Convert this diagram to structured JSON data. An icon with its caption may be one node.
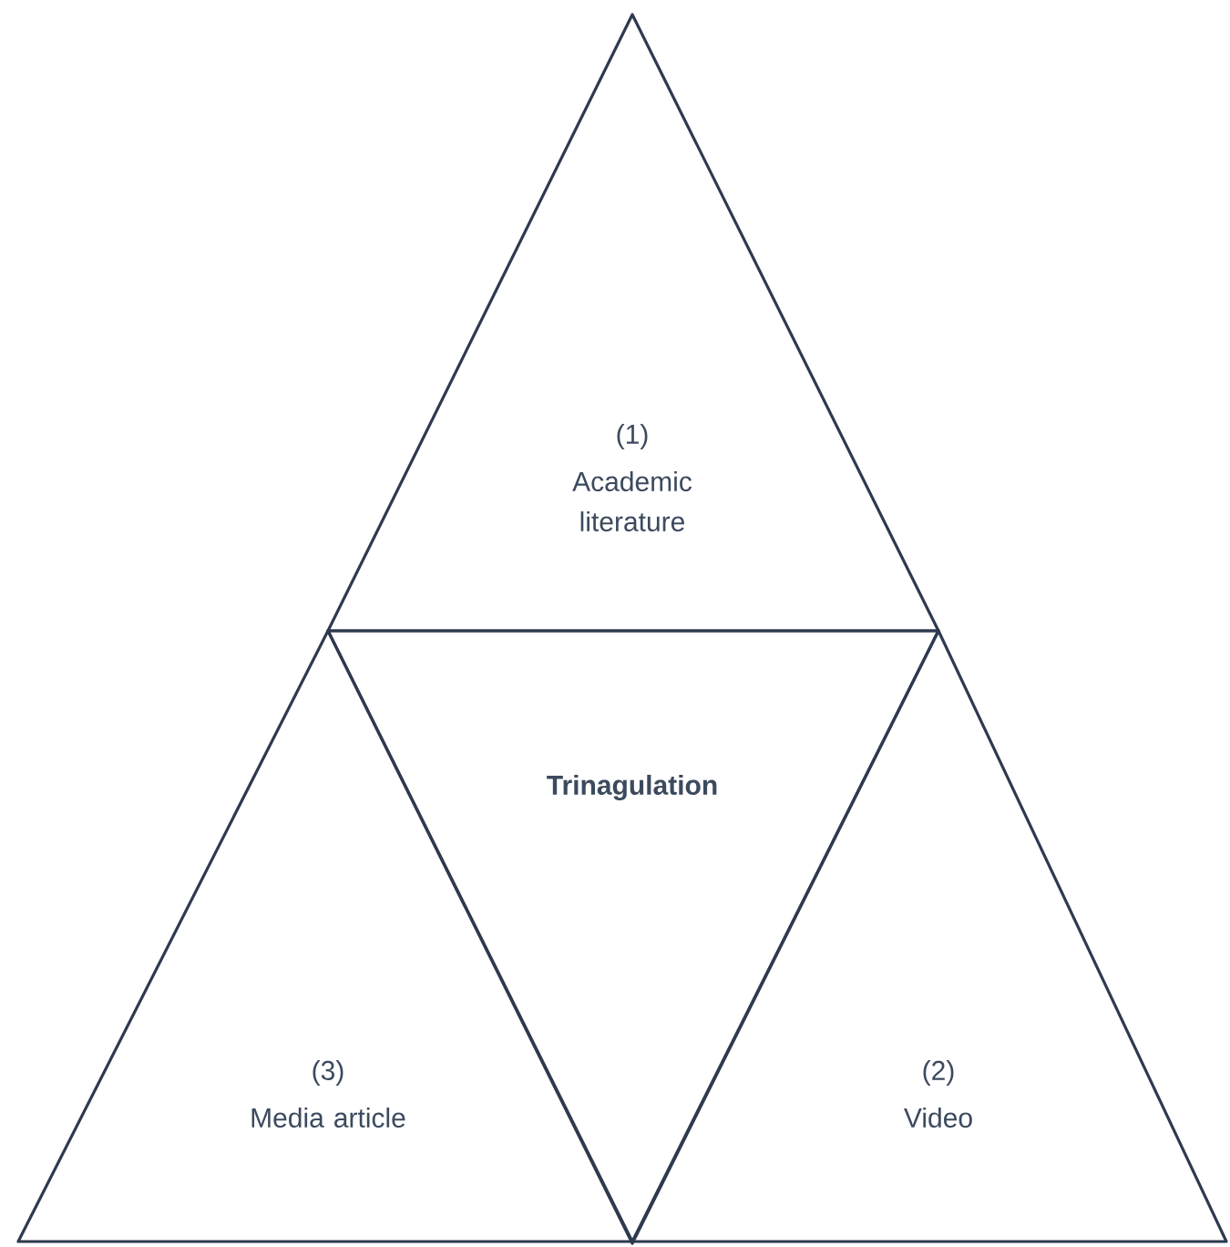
{
  "diagram": {
    "nodes": [
      {
        "text": [
          "(1)",
          "Academic literature"
        ]
      },
      {
        "text": [
          "Trinagulation"
        ]
      },
      {
        "text": [
          "(3)",
          "Media article"
        ]
      },
      {
        "text": [
          "(2)",
          "Video"
        ]
      }
    ]
  }
}
